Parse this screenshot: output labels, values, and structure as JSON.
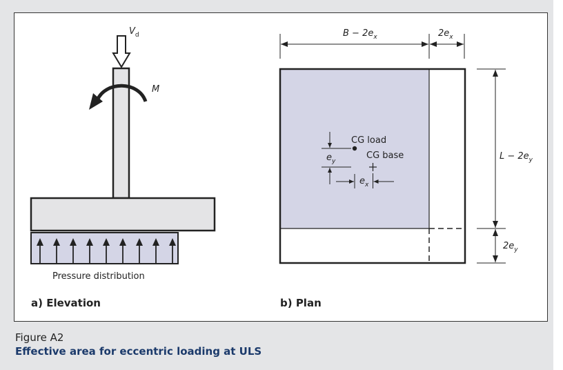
{
  "figure": {
    "number": "Figure A2",
    "title": "Effective area for eccentric loading at ULS"
  },
  "elevation": {
    "caption": "a)  Elevation",
    "load_symbol": "V",
    "load_subscript": "d",
    "moment_label": "M",
    "pressure_label": "Pressure distribution"
  },
  "plan": {
    "caption": "b)  Plan",
    "dim_top_main": "B − 2e",
    "dim_top_main_sub": "x",
    "dim_top_small": "2e",
    "dim_top_small_sub": "x",
    "dim_right_main": "L − 2e",
    "dim_right_main_sub": "y",
    "dim_right_small": "2e",
    "dim_right_small_sub": "y",
    "cg_load": "CG load",
    "cg_base": "CG base",
    "ecc_y": "e",
    "ecc_y_sub": "y",
    "ecc_x": "e",
    "ecc_x_sub": "x"
  },
  "colors": {
    "effective_area": "#d4d5e6",
    "title_blue": "#1b3a6b",
    "panel_grey": "#e4e5e7"
  }
}
